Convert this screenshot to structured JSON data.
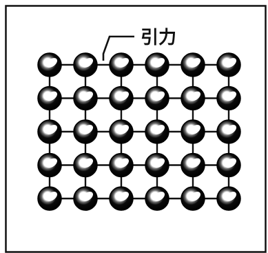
{
  "diagram": {
    "label": "引力",
    "grid": {
      "rows": 5,
      "cols": 6
    },
    "colors": {
      "ink": "#111111",
      "ball": "#0a0a0a",
      "highlight": "#ffffff",
      "background": "#ffffff"
    }
  }
}
